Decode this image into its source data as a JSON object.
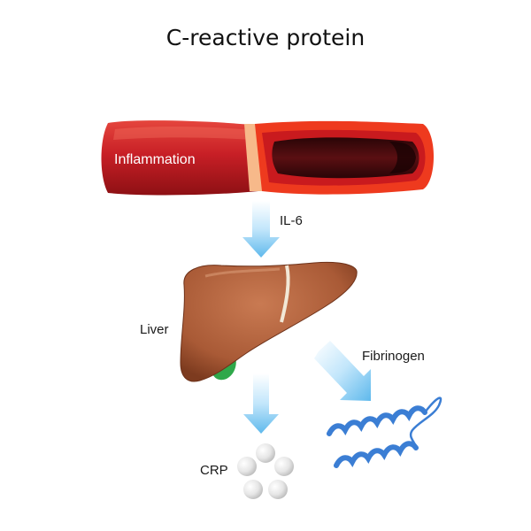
{
  "title": "C-reactive protein",
  "labels": {
    "inflammation": "Inflammation",
    "il6": "IL-6",
    "liver": "Liver",
    "fibrinogen": "Fibrinogen",
    "crp": "CRP"
  },
  "colors": {
    "vessel_outer": "#d3252b",
    "vessel_inner": "#3d0a0c",
    "vessel_wall": "#ee3a1e",
    "vessel_cut": "#f7b98a",
    "arrow": "#8fd0f2",
    "liver": "#b4633f",
    "gallbladder": "#2fa84a",
    "fibrinogen": "#3b7ed4",
    "crp": "#e3e3e3"
  }
}
